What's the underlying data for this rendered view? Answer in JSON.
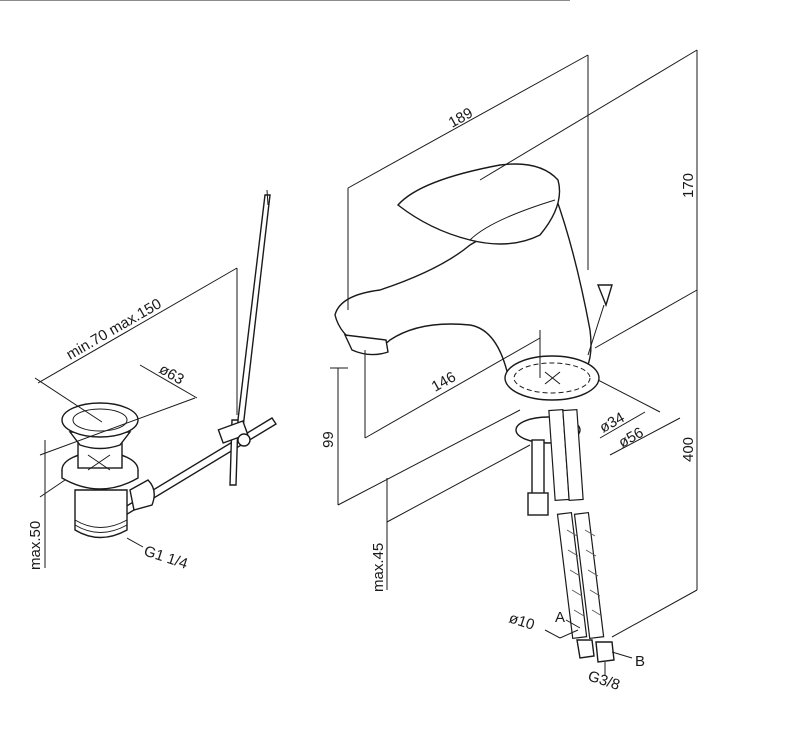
{
  "drawing": {
    "faucet_dimensions": {
      "overall_length": "189",
      "height_above_deck": "170",
      "spout_reach": "146",
      "spout_clearance": "99",
      "hose_length": "400",
      "max_deck_thickness": "max.45",
      "base_diameter_inner": "ø34",
      "base_diameter_outer": "ø56",
      "hose_diameter": "ø10",
      "hose_a": "A",
      "hose_b": "B",
      "hose_thread": "G3/8"
    },
    "waste_dimensions": {
      "rod_length": "min.70 max.150",
      "plug_diameter": "ø63",
      "max_thickness": "max.50",
      "thread": "G1 1/4"
    }
  }
}
